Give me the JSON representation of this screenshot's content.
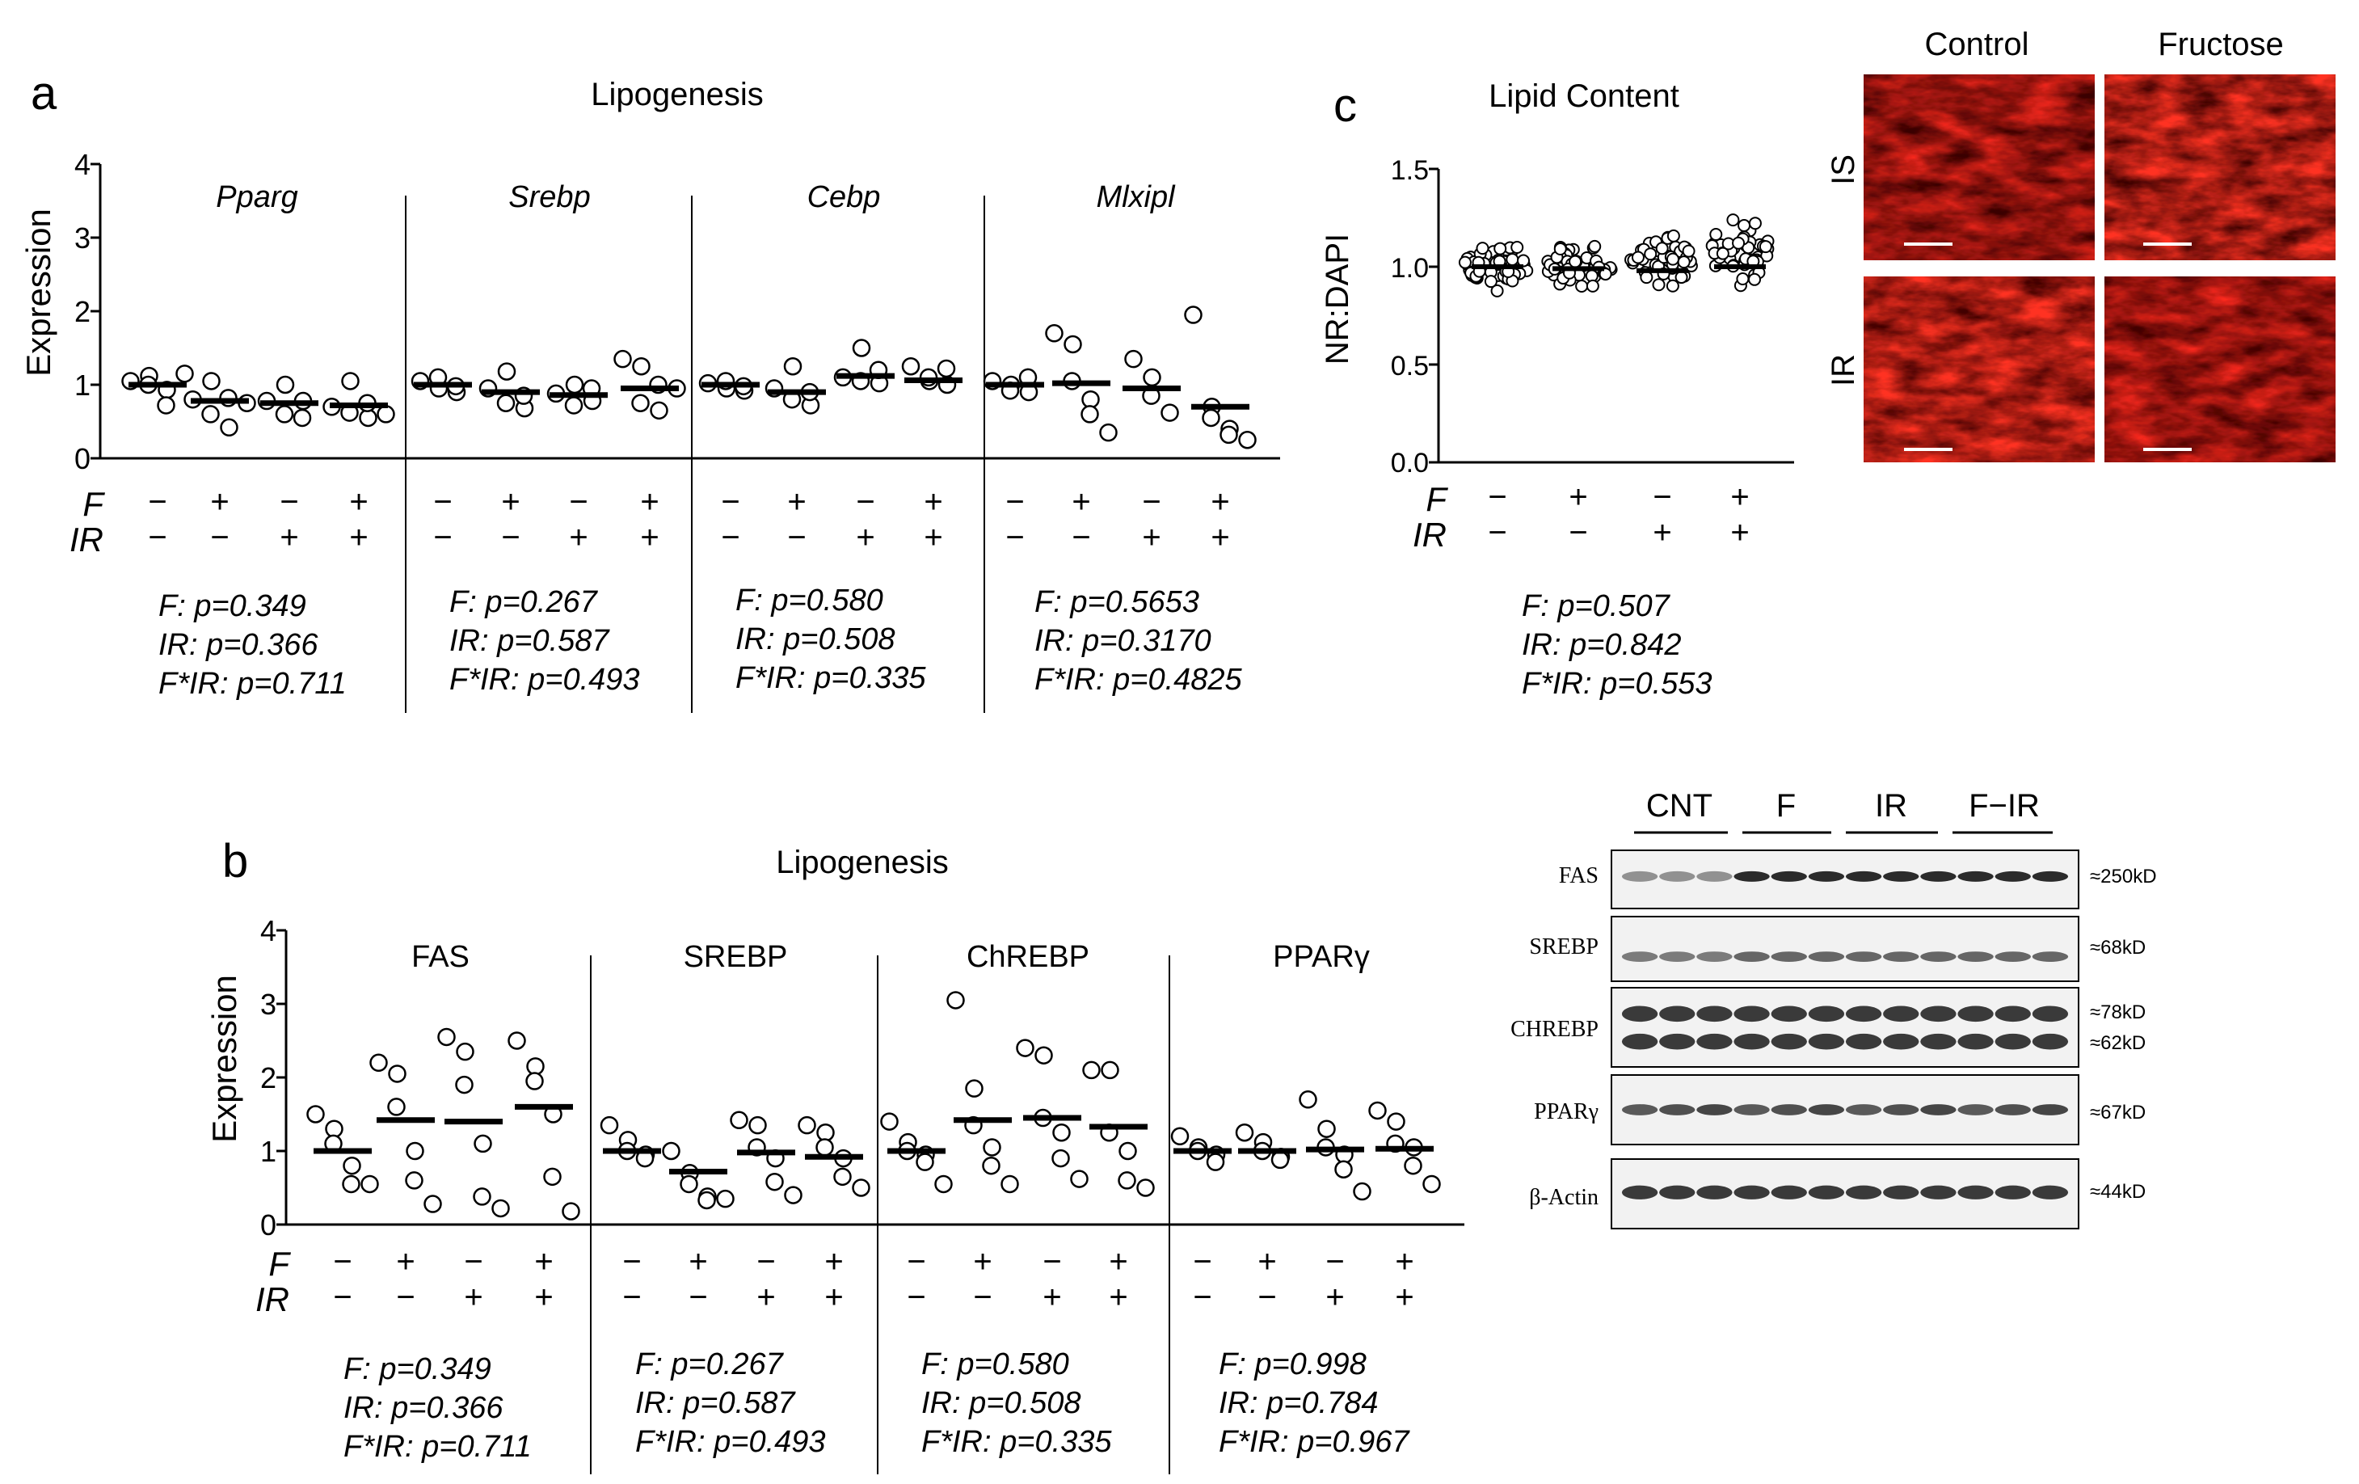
{
  "panels": {
    "a": {
      "letter": "a",
      "title": "Lipogenesis",
      "ylabel": "Expression",
      "yticks": [
        "0",
        "1",
        "2",
        "3",
        "4"
      ],
      "row_f": "F",
      "row_ir": "IR",
      "f_signs": [
        "−",
        "+",
        "−",
        "+"
      ],
      "ir_signs": [
        "−",
        "−",
        "+",
        "+"
      ],
      "stats": [
        [
          "F: p=0.349",
          "IR: p=0.366",
          "F*IR: p=0.711"
        ],
        [
          "F: p=0.267",
          "IR: p=0.587",
          "F*IR: p=0.493"
        ],
        [
          "F: p=0.580",
          "IR: p=0.508",
          "F*IR: p=0.335"
        ],
        [
          "F: p=0.5653",
          "IR: p=0.3170",
          "F*IR: p=0.4825"
        ]
      ]
    },
    "b": {
      "letter": "b",
      "title": "Lipogenesis",
      "ylabel": "Expression",
      "yticks": [
        "0",
        "1",
        "2",
        "3",
        "4"
      ],
      "row_f": "F",
      "row_ir": "IR",
      "f_signs": [
        "−",
        "+",
        "−",
        "+"
      ],
      "ir_signs": [
        "−",
        "−",
        "+",
        "+"
      ],
      "stats": [
        [
          "F: p=0.349",
          "IR: p=0.366",
          "F*IR: p=0.711"
        ],
        [
          "F: p=0.267",
          "IR: p=0.587",
          "F*IR: p=0.493"
        ],
        [
          "F: p=0.580",
          "IR: p=0.508",
          "F*IR: p=0.335"
        ],
        [
          "F: p=0.998",
          "IR: p=0.784",
          "F*IR: p=0.967"
        ]
      ]
    },
    "c": {
      "letter": "c",
      "title": "Lipid Content",
      "ylabel": "NR:DAPI",
      "yticks": [
        "0.0",
        "0.5",
        "1.0",
        "1.5"
      ],
      "row_f": "F",
      "row_ir": "IR",
      "f_signs": [
        "−",
        "+",
        "−",
        "+"
      ],
      "ir_signs": [
        "−",
        "−",
        "+",
        "+"
      ],
      "stats": [
        "F: p=0.507",
        "IR: p=0.842",
        "F*IR: p=0.553"
      ]
    }
  },
  "micrographs": {
    "col_labels": [
      "Control",
      "Fructose"
    ],
    "row_labels": [
      "IS",
      "IR"
    ],
    "stain_color": "#d81a1a"
  },
  "blot": {
    "groups": [
      "CNT",
      "F",
      "IR",
      "F−IR"
    ],
    "bands": [
      {
        "name": "FAS",
        "sizes": [
          "≈250kD"
        ]
      },
      {
        "name": "SREBP",
        "sizes": [
          "≈68kD"
        ]
      },
      {
        "name": "CHREBP",
        "sizes": [
          "≈78kD",
          "≈62kD"
        ]
      },
      {
        "name": "PPARγ",
        "sizes": [
          "≈67kD"
        ]
      },
      {
        "name": "β-Actin",
        "sizes": [
          "≈44kD"
        ]
      }
    ]
  },
  "chart_data": [
    {
      "id": "a",
      "type": "scatter",
      "title": "Lipogenesis",
      "ylabel": "Expression",
      "ylim": [
        0,
        4
      ],
      "groups": [
        "Pparg",
        "Srebp",
        "Cebp",
        "Mlxipl"
      ],
      "group_label_italic": true,
      "conditions": [
        "F− IR−",
        "F+ IR−",
        "F− IR+",
        "F+ IR+"
      ],
      "series": [
        {
          "name": "Pparg",
          "points": [
            [
              1.05,
              1.12,
              1.0,
              0.93,
              0.72,
              1.15
            ],
            [
              0.8,
              1.05,
              0.6,
              0.42,
              0.82,
              0.75
            ],
            [
              0.78,
              1.0,
              0.6,
              0.78,
              0.55
            ],
            [
              0.7,
              1.05,
              0.62,
              0.55,
              0.75,
              0.6
            ]
          ],
          "means": [
            1.0,
            0.78,
            0.75,
            0.72
          ]
        },
        {
          "name": "Srebp",
          "points": [
            [
              1.05,
              0.95,
              1.1,
              0.9,
              0.98
            ],
            [
              0.95,
              1.18,
              0.75,
              0.68,
              0.85
            ],
            [
              0.88,
              1.0,
              0.72,
              0.78,
              0.95
            ],
            [
              1.35,
              1.25,
              0.75,
              0.65,
              1.0,
              0.95
            ]
          ],
          "means": [
            1.0,
            0.9,
            0.86,
            0.95
          ]
        },
        {
          "name": "Cebp",
          "points": [
            [
              1.02,
              0.95,
              1.05,
              0.92,
              0.98
            ],
            [
              0.95,
              1.25,
              0.8,
              0.72,
              0.9
            ],
            [
              1.1,
              1.5,
              1.05,
              1.02,
              1.2
            ],
            [
              1.25,
              1.05,
              1.1,
              1.0,
              1.22
            ]
          ],
          "means": [
            1.0,
            0.9,
            1.12,
            1.06
          ]
        },
        {
          "name": "Mlxipl",
          "points": [
            [
              1.05,
              1.0,
              0.92,
              0.9,
              1.1
            ],
            [
              1.7,
              1.55,
              1.05,
              0.8,
              0.6,
              0.35
            ],
            [
              1.35,
              1.1,
              0.85,
              0.62
            ],
            [
              1.95,
              0.7,
              0.55,
              0.4,
              0.32,
              0.25
            ]
          ],
          "means": [
            1.0,
            1.02,
            0.95,
            0.7
          ]
        }
      ]
    },
    {
      "id": "b",
      "type": "scatter",
      "title": "Lipogenesis",
      "ylabel": "Expression",
      "ylim": [
        0,
        4
      ],
      "groups": [
        "FAS",
        "SREBP",
        "ChREBP",
        "PPARγ"
      ],
      "group_label_italic": false,
      "conditions": [
        "F− IR−",
        "F+ IR−",
        "F− IR+",
        "F+ IR+"
      ],
      "series": [
        {
          "name": "FAS",
          "points": [
            [
              1.5,
              1.3,
              1.1,
              0.8,
              0.55,
              0.55
            ],
            [
              2.2,
              2.05,
              1.6,
              1.0,
              0.6,
              0.28
            ],
            [
              2.55,
              2.35,
              1.9,
              1.1,
              0.38,
              0.22
            ],
            [
              2.5,
              2.15,
              1.95,
              1.5,
              0.65,
              0.18
            ]
          ],
          "means": [
            1.0,
            1.42,
            1.4,
            1.6
          ]
        },
        {
          "name": "SREBP",
          "points": [
            [
              1.35,
              1.15,
              1.0,
              0.95,
              0.9
            ],
            [
              1.0,
              0.7,
              0.55,
              0.38,
              0.33,
              0.35
            ],
            [
              1.42,
              1.35,
              1.05,
              0.9,
              0.58,
              0.4
            ],
            [
              1.35,
              1.25,
              1.05,
              0.9,
              0.65,
              0.5
            ]
          ],
          "means": [
            1.0,
            0.72,
            0.98,
            0.92
          ]
        },
        {
          "name": "ChREBP",
          "points": [
            [
              1.4,
              1.12,
              1.0,
              0.95,
              0.85,
              0.55
            ],
            [
              3.05,
              1.85,
              1.35,
              1.05,
              0.8,
              0.55
            ],
            [
              2.4,
              2.3,
              1.45,
              1.25,
              0.9,
              0.62
            ],
            [
              2.1,
              2.1,
              1.25,
              1.0,
              0.6,
              0.5
            ]
          ],
          "means": [
            1.0,
            1.42,
            1.45,
            1.33
          ]
        },
        {
          "name": "PPARγ",
          "points": [
            [
              1.2,
              1.05,
              1.0,
              0.95,
              0.85
            ],
            [
              1.25,
              1.12,
              1.0,
              0.92,
              0.88
            ],
            [
              1.7,
              1.3,
              1.05,
              0.95,
              0.75,
              0.45
            ],
            [
              1.55,
              1.4,
              1.1,
              1.05,
              0.8,
              0.55
            ]
          ],
          "means": [
            1.0,
            1.0,
            1.02,
            1.03
          ]
        }
      ]
    },
    {
      "id": "c",
      "type": "scatter",
      "title": "Lipid Content",
      "ylabel": "NR:DAPI",
      "ylim": [
        0,
        1.5
      ],
      "conditions": [
        "F− IR−",
        "F+ IR−",
        "F− IR+",
        "F+ IR+"
      ],
      "means": [
        1.0,
        0.99,
        0.98,
        1.0
      ],
      "points_note": "dense clusters of ~50 points per condition between ~0.82 and ~1.29"
    }
  ]
}
